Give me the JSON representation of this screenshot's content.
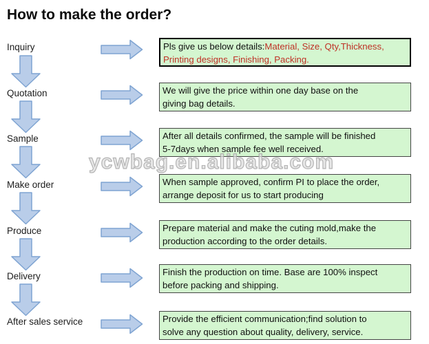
{
  "title": "How to make the order?",
  "watermark": "ycwbag.en.alibaba.com",
  "colors": {
    "arrow_fill": "#b9cde9",
    "arrow_stroke": "#7fa4d2",
    "box_fill": "#d4f6d0",
    "box_border": "#444444",
    "first_box_border": "#000000",
    "red_text": "#bf3126",
    "text": "#101010"
  },
  "rows": [
    {
      "label": "Inquiry",
      "intro": "Pls give us below details:",
      "red1": "Material, Size, Qty,Thickness,",
      "red2": "Printing designs, Finishing, Packing."
    },
    {
      "label": "Quotation",
      "lines": [
        "We will give the price within one day base on the",
        "giving bag details."
      ]
    },
    {
      "label": "Sample",
      "lines": [
        "After all details confirmed, the sample will be finished",
        "5-7days when sample fee well received."
      ]
    },
    {
      "label": "Make order",
      "lines": [
        "When sample approved, confirm PI to place the order,",
        "arrange deposit for us to start producing"
      ]
    },
    {
      "label": "Produce",
      "lines": [
        "Prepare material and make the cuting mold,make the",
        "production according to the order details."
      ]
    },
    {
      "label": "Delivery",
      "lines": [
        "Finish the production on time. Base are 100% inspect",
        "before packing and shipping."
      ]
    },
    {
      "label": "After sales service",
      "lines": [
        "Provide the efficient communication;find solution to",
        "solve any question about quality, delivery, service."
      ]
    }
  ]
}
